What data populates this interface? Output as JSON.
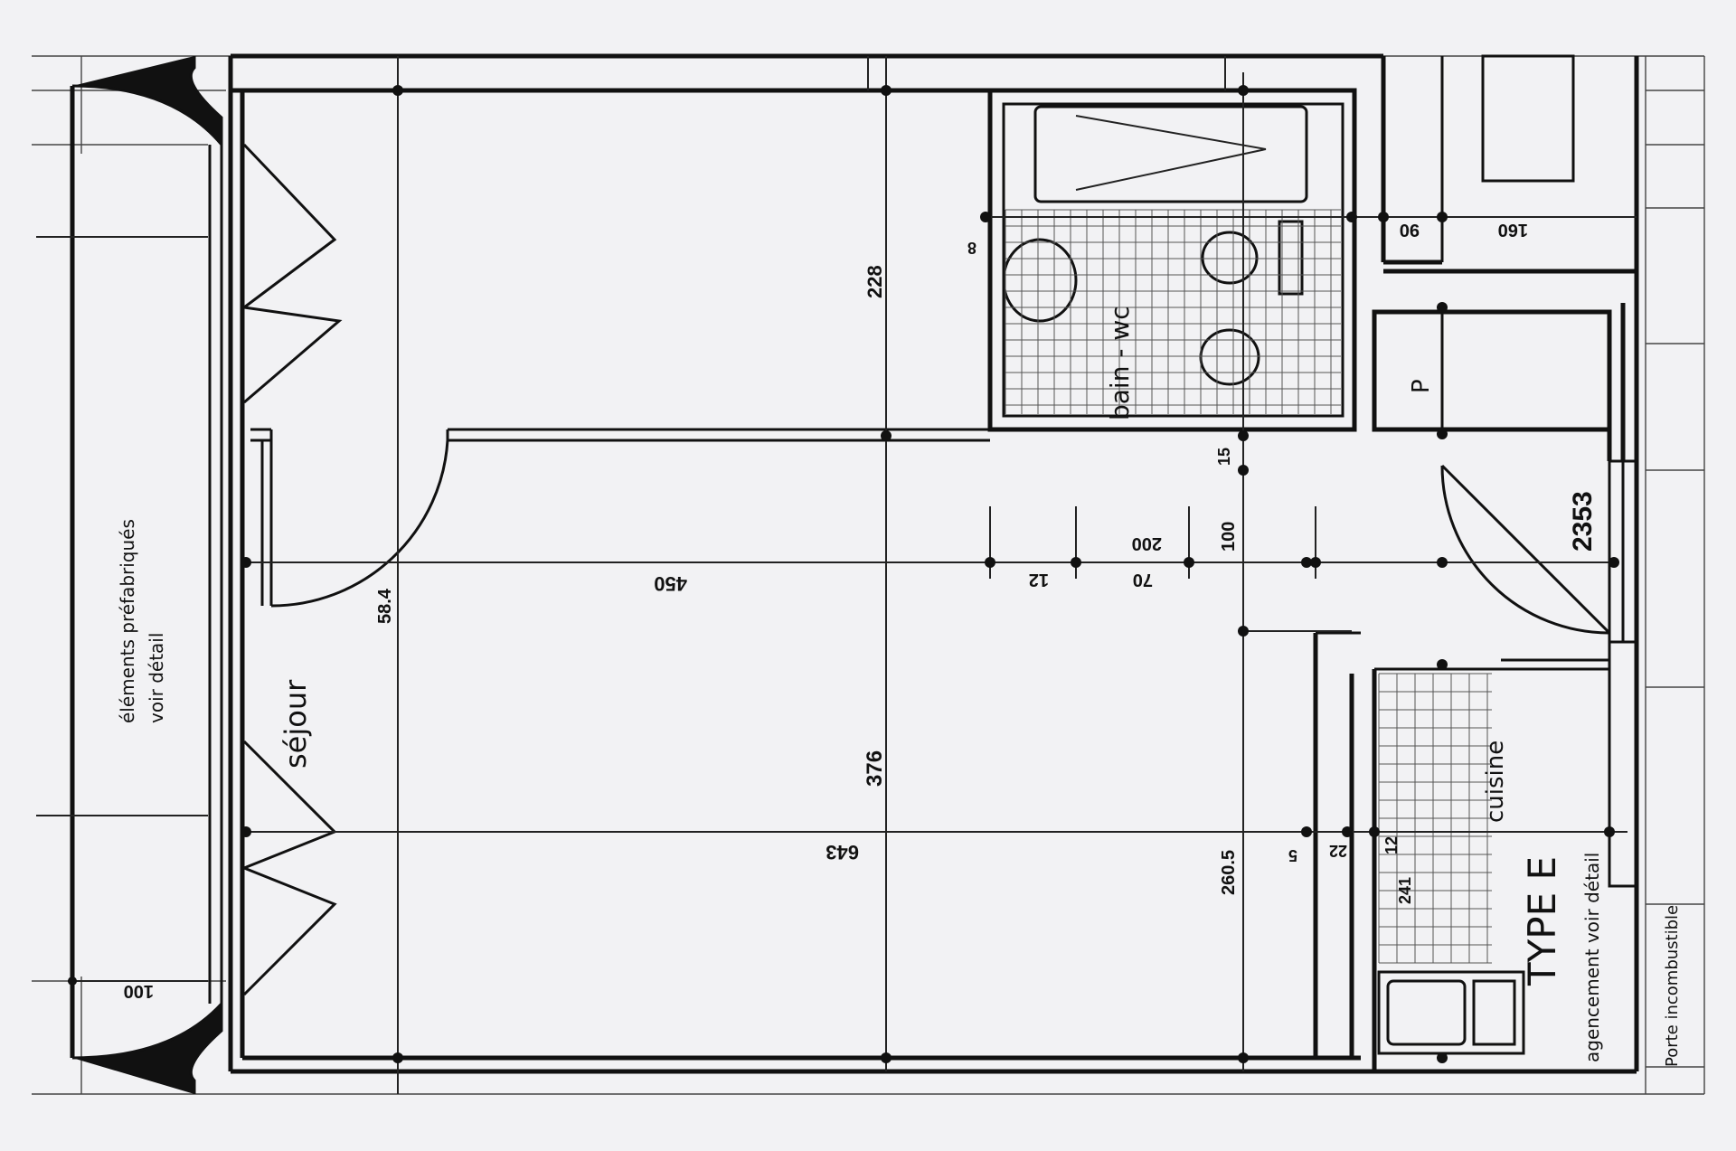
{
  "rooms": {
    "sejour": "séjour",
    "bain_wc": "bain - wc",
    "cuisine": "cuisine",
    "placard": "P",
    "type": "TYPE E",
    "agencement": "agencement voir détail",
    "elements": "éléments préfabriqués",
    "elements_detail": "voir détail",
    "porte": "Porte incombustible"
  },
  "dimensions": {
    "d228": "228",
    "d376": "376",
    "d450": "450",
    "d643": "643",
    "d584": "58.4",
    "d2605": "260.5",
    "d100": "100",
    "d200": "200",
    "d70": "70",
    "d12": "12",
    "d100b": "100",
    "d2353": "2353",
    "d90": "90",
    "d160": "160",
    "d241": "241",
    "d8": "8",
    "d15": "15",
    "d22": "22",
    "d12b": "12",
    "d5": "5"
  }
}
